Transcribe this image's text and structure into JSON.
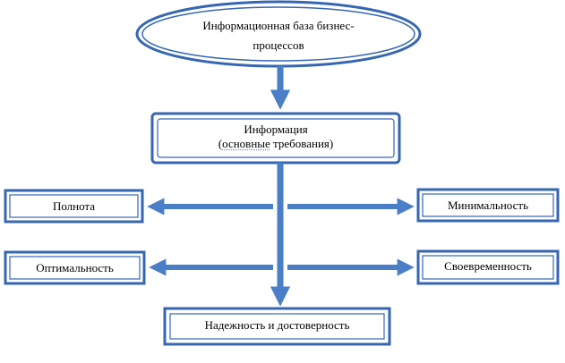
{
  "diagram": {
    "root": {
      "line1": "Информационная база бизнес-",
      "line2": "процессов"
    },
    "info": {
      "line1": "Информация",
      "open_paren": "(",
      "underlined": "основные",
      "rest": " требования)"
    },
    "left_items": [
      "Полнота",
      "Оптимальность"
    ],
    "right_items": [
      "Минимальность",
      "Своевременность"
    ],
    "bottom": "Надежность и достоверность"
  },
  "colors": {
    "border": "#3566b2",
    "arrow": "#4a7ec6",
    "oval_fill": "#ffffff",
    "box_fill": "#ffffff"
  }
}
